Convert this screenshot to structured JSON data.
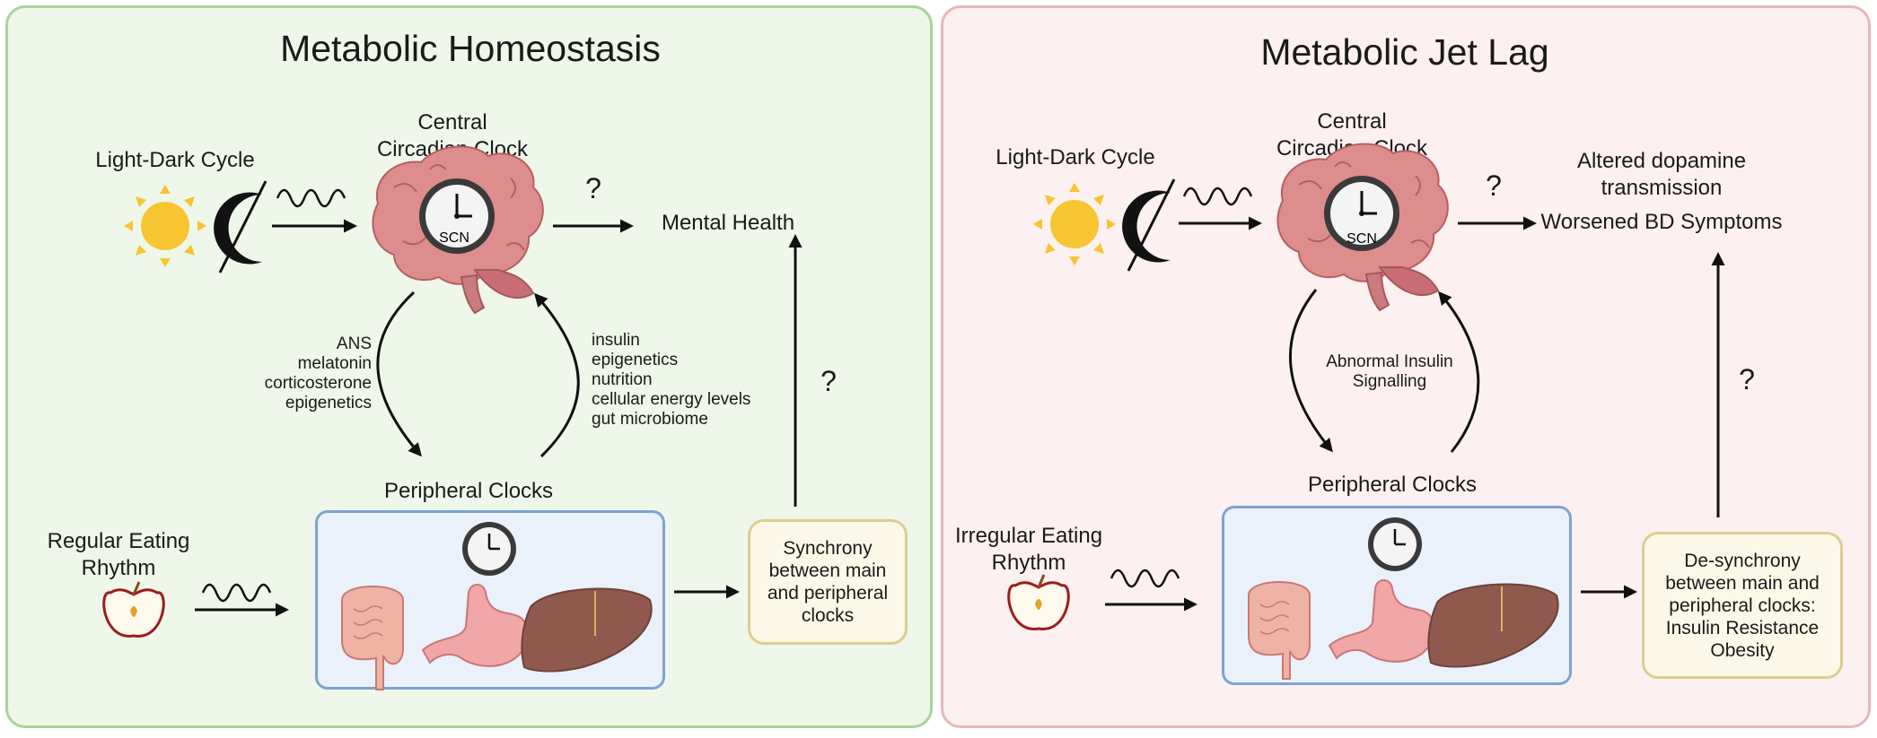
{
  "left": {
    "title": "Metabolic Homeostasis",
    "light_dark": "Light-Dark Cycle",
    "central_clock": [
      "Central",
      "Circadian Clock"
    ],
    "scn": "SCN",
    "question": "?",
    "outcome": "Mental Health",
    "down_labels": [
      "ANS",
      "melatonin",
      "corticosterone",
      "epigenetics"
    ],
    "up_labels": [
      "insulin",
      "epigenetics",
      "nutrition",
      "cellular energy levels",
      "gut microbiome"
    ],
    "peripheral": "Peripheral Clocks",
    "eating": [
      "Regular Eating",
      "Rhythm"
    ],
    "sync": "Synchrony\nbetween main\nand peripheral\nclocks"
  },
  "right": {
    "title": "Metabolic Jet Lag",
    "light_dark": "Light-Dark Cycle",
    "central_clock": [
      "Central",
      "Circadian Clock"
    ],
    "scn": "SCN",
    "question": "?",
    "outcome": [
      "Altered dopamine",
      "transmission",
      "Worsened BD Symptoms"
    ],
    "middle_labels": [
      "Abnormal Insulin",
      "Signalling"
    ],
    "peripheral": "Peripheral Clocks",
    "eating": [
      "Irregular Eating",
      "Rhythm"
    ],
    "desync": "De-synchrony\nbetween main and\nperipheral clocks:\nInsulin Resistance\nObesity"
  },
  "colors": {
    "left_bg": "#eef7e9",
    "left_border": "#a9d39a",
    "right_bg": "#fcf0f0",
    "right_border": "#e5b7bc",
    "organ_box": "#eaf1fa",
    "organ_border": "#7ea3d2",
    "sync_box": "#fcf8e7",
    "sync_border": "#dccd91",
    "sun": "#f7c531",
    "brain": "#de8d8d",
    "liver": "#8f5a4d",
    "stomach": "#f0a7a5",
    "intestine": "#efb3a6"
  },
  "icons": [
    "sun-icon",
    "moon-icon",
    "wave-icon",
    "brain-icon",
    "clock-icon",
    "apple-icon",
    "intestine-icon",
    "stomach-icon",
    "liver-icon"
  ]
}
